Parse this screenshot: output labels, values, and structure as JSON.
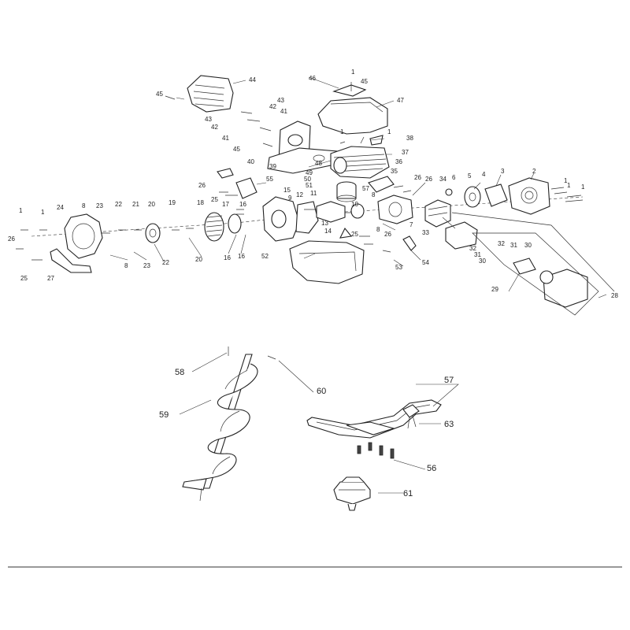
{
  "labels": {
    "p1": "1",
    "p2": "2",
    "p3": "3",
    "p4": "4",
    "p5": "5",
    "p6": "6",
    "p7": "7",
    "p8": "8",
    "p9": "9",
    "p10": "10",
    "p11": "11",
    "p12": "12",
    "p13": "13",
    "p14": "14",
    "p15": "15",
    "p16": "16",
    "p17": "17",
    "p18": "18",
    "p19": "19",
    "p20": "20",
    "p21": "21",
    "p22": "22",
    "p23": "23",
    "p24": "24",
    "p25": "25",
    "p26": "26",
    "p27": "27",
    "p28": "28",
    "p29": "29",
    "p30": "30",
    "p31": "31",
    "p32": "32",
    "p33": "33",
    "p34": "34",
    "p35": "35",
    "p36": "36",
    "p37": "37",
    "p38": "38",
    "p39": "39",
    "p40": "40",
    "p41": "41",
    "p42": "42",
    "p43": "43",
    "p44": "44",
    "p45": "45",
    "p46": "46",
    "p47": "47",
    "p48": "48",
    "p49": "49",
    "p50": "50",
    "p51": "51",
    "p52": "52",
    "p53": "53",
    "p54": "54",
    "p55": "55",
    "p56": "56",
    "p57": "57",
    "p58": "58",
    "p59": "59",
    "p60": "60",
    "p61": "61",
    "p63": "63"
  }
}
